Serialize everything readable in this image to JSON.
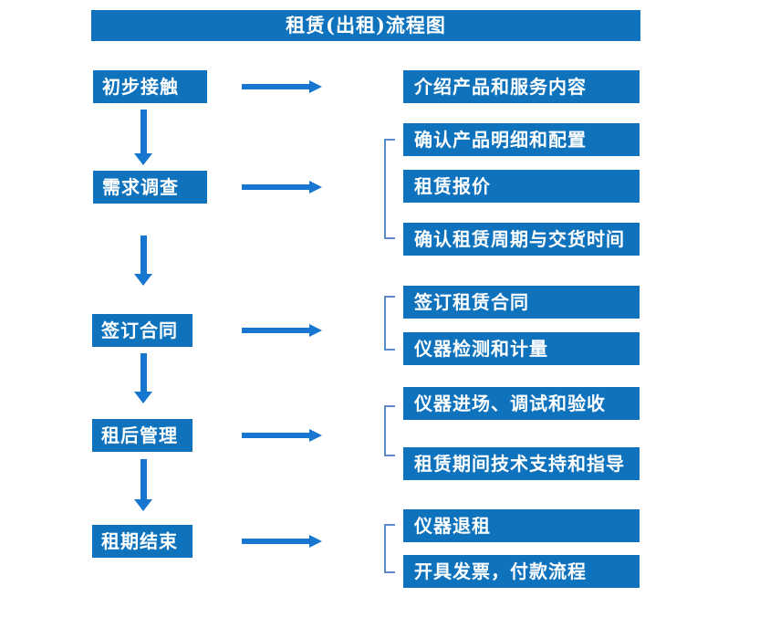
{
  "title": "租赁(出租)流程图",
  "stages": [
    "初步接触",
    "需求调查",
    "签订合同",
    "租后管理",
    "租期结束"
  ],
  "details": [
    [
      "介绍产品和服务内容"
    ],
    [
      "确认产品明细和配置",
      "租赁报价",
      "确认租赁周期与交货时间"
    ],
    [
      "签订租赁合同",
      "仪器检测和计量"
    ],
    [
      "仪器进场、调试和验收",
      "租赁期间技术支持和指导"
    ],
    [
      "仪器退租",
      "开具发票，付款流程"
    ]
  ],
  "colors": {
    "box": "#0E72BD",
    "arrow": "#1776D0",
    "bracket": "#5B8AC9",
    "text": "#FFFFFF",
    "background": "#FFFFFF"
  }
}
